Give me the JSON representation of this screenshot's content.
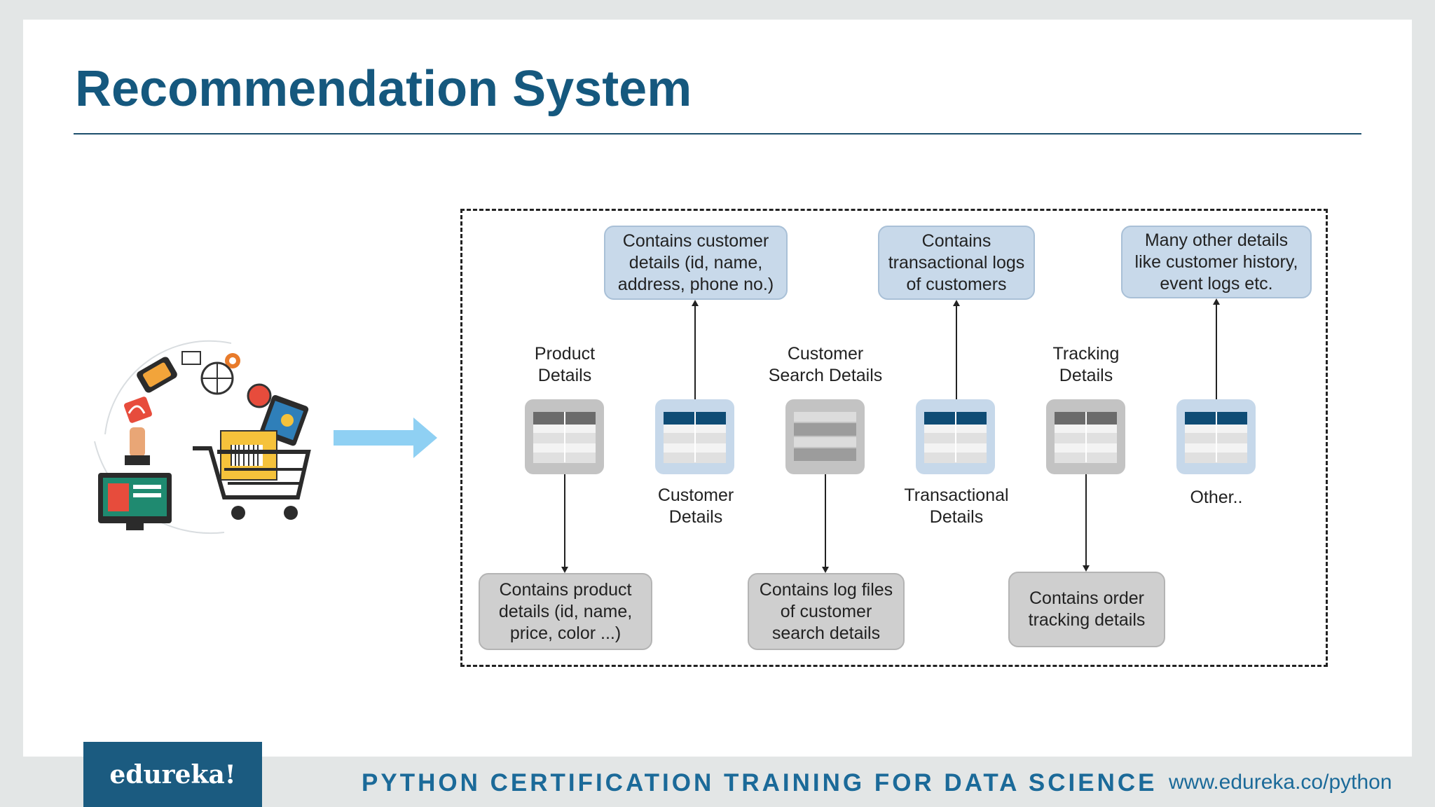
{
  "title": "Recommendation System",
  "sources": [
    {
      "label": "Product\nDetails"
    },
    {
      "label": "Customer\nDetails"
    },
    {
      "label": "Customer\nSearch Details"
    },
    {
      "label": "Transactional\nDetails"
    },
    {
      "label": "Tracking\nDetails"
    },
    {
      "label": "Other.."
    }
  ],
  "callouts": {
    "customer": "Contains customer\ndetails (id, name,\naddress, phone no.)",
    "transactional": "Contains\ntransactional logs\nof customers",
    "other": "Many other details\nlike customer history,\nevent logs etc.",
    "product": "Contains product\ndetails (id, name,\nprice, color ...)",
    "search": "Contains log files\nof customer\nsearch details",
    "tracking": "Contains order\ntracking details"
  },
  "footer": {
    "logo": "edureka!",
    "course": "PYTHON CERTIFICATION TRAINING FOR DATA SCIENCE",
    "url": "www.edureka.co/python"
  },
  "colors": {
    "title": "#15587e",
    "accent_blue": "#0f4c75",
    "callout_blue": "#c8d9ea",
    "callout_grey": "#cfcfcf",
    "arrow": "#8fd0f3"
  }
}
